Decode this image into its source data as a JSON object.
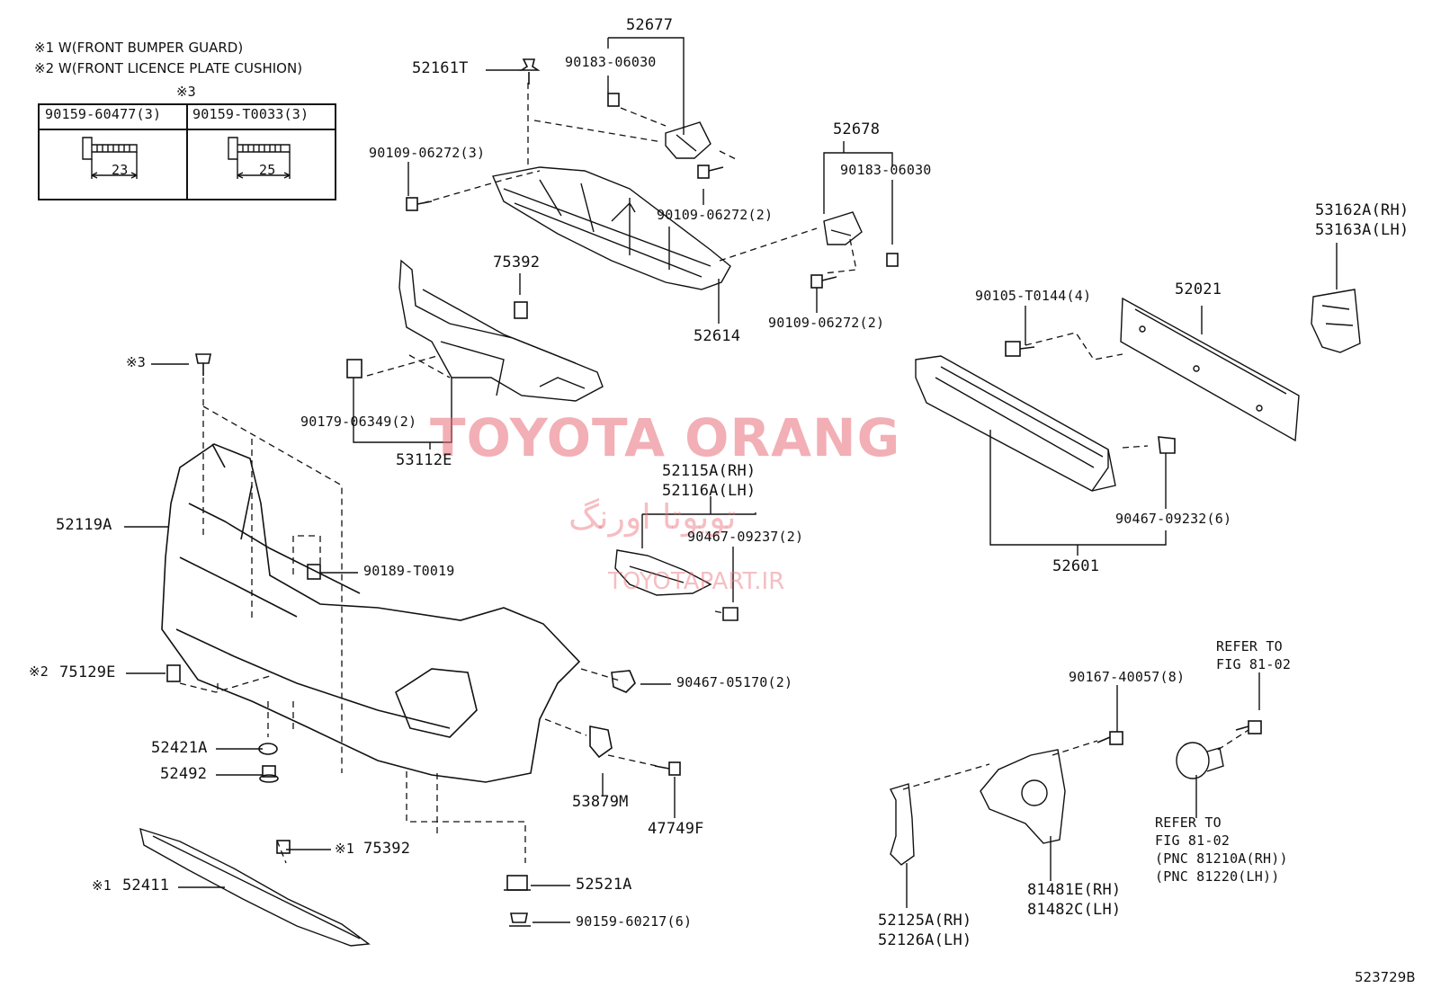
{
  "notes": [
    "※1 W(FRONT BUMPER GUARD)",
    "※2 W(FRONT LICENCE PLATE CUSHION)"
  ],
  "legend": {
    "header": "※3",
    "col1_part": "90159-60477(3)",
    "col1_length": "23",
    "col2_part": "90159-T0033(3)",
    "col2_length": "25"
  },
  "watermark": {
    "main": "TOYOTA ORANG",
    "persian": "تویوتا اورنگ",
    "url": "TOYOTAPART.IR"
  },
  "figure_id": "523729B",
  "part_labels": {
    "p52677": "52677",
    "p90183a": "90183-06030",
    "p52161t": "52161T",
    "p90109a": "90109-06272(3)",
    "p90109b": "90109-06272(2)",
    "p52678": "52678",
    "p90183b": "90183-06030",
    "p90109c": "90109-06272(2)",
    "p52614": "52614",
    "p75392a": "75392",
    "p90179": "90179-06349(2)",
    "p53112e": "53112E",
    "pmark3": "※3",
    "p52119a": "52119A",
    "p90189": "90189-T0019",
    "p52115a": "52115A(RH)",
    "p52116a": "52116A(LH)",
    "p90467a": "90467-09237(2)",
    "pmark2": "※2",
    "p75129e": "75129E",
    "p90467b": "90467-05170(2)",
    "p52421a": "52421A",
    "p52492": "52492",
    "p53879m": "53879M",
    "p47749f": "47749F",
    "pmark1a": "※1",
    "p75392b": "75392",
    "pmark1b": "※1",
    "p52411": "52411",
    "p52521a": "52521A",
    "p90159": "90159-60217(6)",
    "p90105": "90105-T0144(4)",
    "p52021": "52021",
    "p53162a": "53162A(RH)",
    "p53163a": "53163A(LH)",
    "p90467c": "90467-09232(6)",
    "p52601": "52601",
    "p90167": "90167-40057(8)",
    "pref1a": "REFER TO",
    "pref1b": "FIG 81-02",
    "pref2a": "REFER TO",
    "pref2b": "FIG 81-02",
    "pref2c": "(PNC 81210A(RH))",
    "pref2d": "(PNC 81220(LH))",
    "p81481e": "81481E(RH)",
    "p81482c": "81482C(LH)",
    "p52125a": "52125A(RH)",
    "p52126a": "52126A(LH)"
  }
}
